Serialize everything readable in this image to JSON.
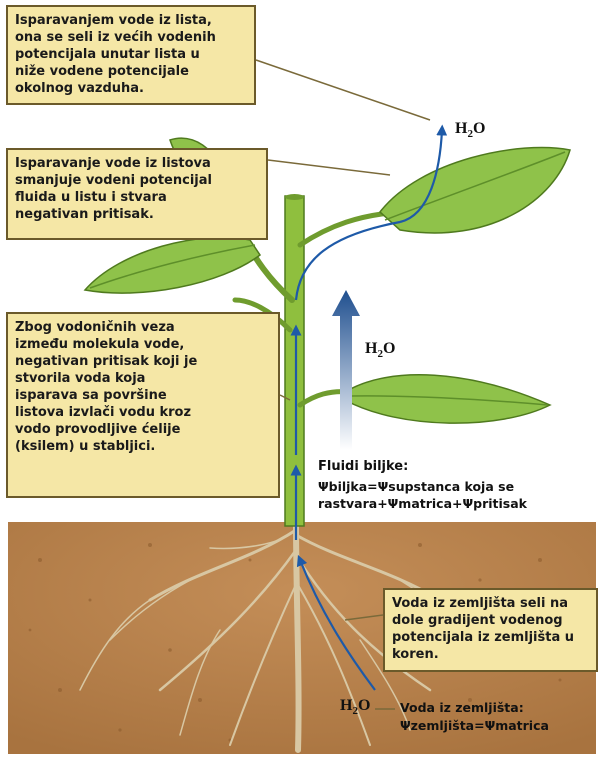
{
  "callouts": {
    "leaf_evaporation_top": "Isparavanjem vode iz lista,\nona se seli iz većih vodenih\npotencijala unutar lista u\nniže vodene potencijale\nokolnog vazduha.",
    "leaf_evaporation_pressure": "Isparavanje vode iz listova\nsmanjuje vodeni potencijal\nfluida u listu i stvara\nnegativan pritisak.",
    "hydrogen_bonds": "Zbog vodoničnih veza\nizmeđu molekula vode,\nnegativan pritisak koji je\nstvorila voda koja\nisparava sa površine\nlistova izvlači vodu kroz\nvodo provodljive ćelije\n(ksilem) u stabljici.",
    "soil_water_gradient": "Voda iz zemljišta seli na\ndole gradijent vodenog\npotencijala iz zemljišta u\nkoren."
  },
  "labels": {
    "plant_fluids_title": "Fluidi biljke:",
    "plant_fluids_formula": "Ψbiljka=Ψsupstanca koja se\nrastvara+Ψmatrica+Ψpritisak",
    "soil_water_title": "Voda iz zemljišta:",
    "soil_water_formula": "Ψzemljišta=Ψmatrica",
    "h2o_prefix": "H",
    "h2o_sub": "2",
    "h2o_suffix": "O"
  },
  "colors": {
    "soil": "#b9834f",
    "stem": "#8fbf3e",
    "leaf": "#8fc24a",
    "callout_fill": "#f5e7a6",
    "callout_border": "#6b5a2a",
    "arrow_top": "#1f4f8f",
    "arrow_bottom": "#ffffff",
    "xylem_path": "#1e5aa8"
  },
  "icons": [
    "upward-water-arrow-icon",
    "xylem-flow-arrow-icon"
  ]
}
